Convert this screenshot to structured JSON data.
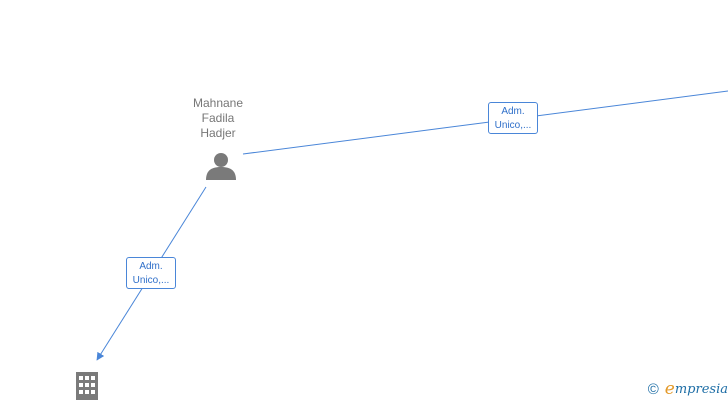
{
  "person": {
    "name_lines": [
      "Mahnane",
      "Fadila",
      "Hadjer"
    ],
    "icon": "person-icon"
  },
  "company": {
    "icon": "building-icon"
  },
  "relations": [
    {
      "line1": "Adm.",
      "line2": "Unico,..."
    },
    {
      "line1": "Adm.",
      "line2": "Unico,..."
    }
  ],
  "watermark": {
    "copyright": "©",
    "brand_initial": "e",
    "brand_rest": "mpresia"
  },
  "colors": {
    "edge": "#4a86d8",
    "node_icon": "#7a7a7a",
    "label_text": "#777777",
    "brand_blue": "#1e6ea6",
    "brand_orange": "#e49a2a"
  }
}
